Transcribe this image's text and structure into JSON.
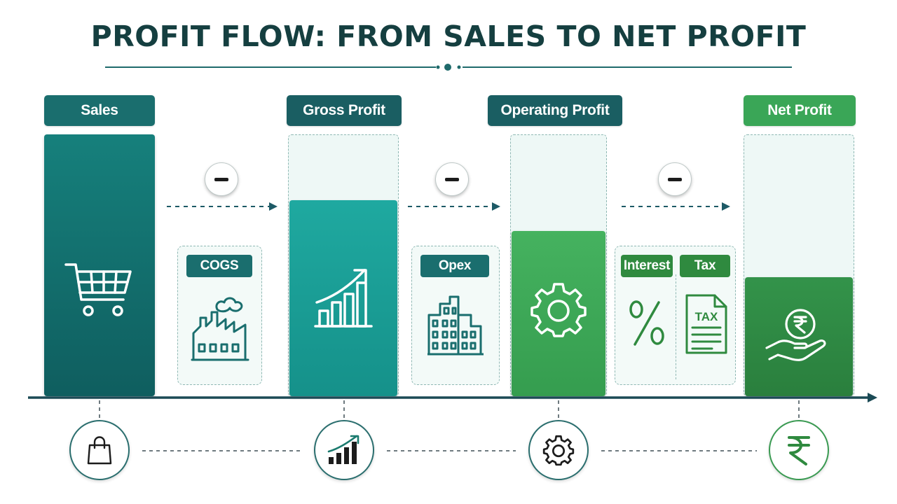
{
  "title": "PROFIT FLOW: FROM SALES TO NET PROFIT",
  "stages": [
    {
      "label": "Sales",
      "icon": "shopping-cart-icon",
      "color": "#126b6a"
    },
    {
      "label": "Gross Profit",
      "icon": "growth-chart-icon",
      "color": "#1a9e95"
    },
    {
      "label": "Operating Profit",
      "icon": "gear-icon",
      "color": "#3aa356"
    },
    {
      "label": "Net Profit",
      "icon": "rupee-hand-icon",
      "color": "#2f8a3f"
    }
  ],
  "deductions": {
    "cogs": {
      "label": "COGS",
      "icon": "factory-icon"
    },
    "opex": {
      "label": "Opex",
      "icon": "office-building-icon"
    },
    "interest": {
      "label": "Interest",
      "icon": "percent-icon"
    },
    "tax": {
      "label": "Tax",
      "icon": "tax-document-icon",
      "doc_text": "TAX"
    }
  },
  "operator_symbol": "minus",
  "bottom_icons": [
    "shopping-bag-icon",
    "growth-chart-icon",
    "gear-icon",
    "rupee-icon"
  ],
  "colors": {
    "title": "#153f40",
    "teal_dark": "#126b6a",
    "teal": "#1a9e95",
    "green": "#3aa356",
    "green_dark": "#2f8a3f",
    "axis": "#1b4a55"
  }
}
